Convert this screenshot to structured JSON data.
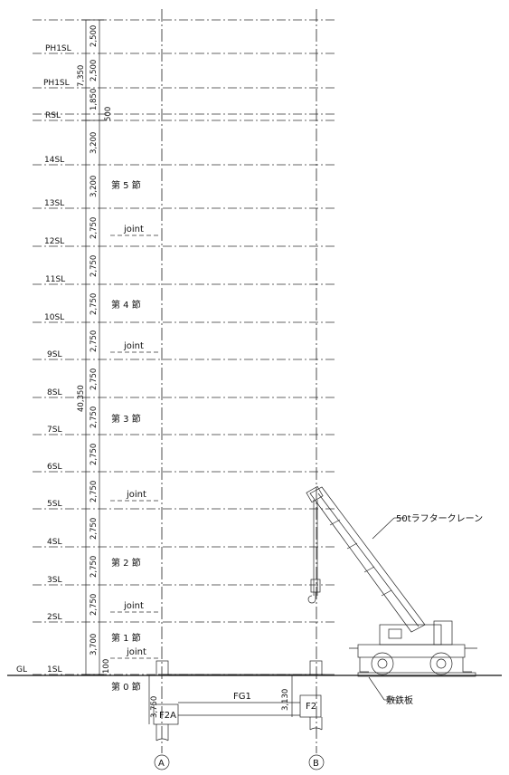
{
  "levels": {
    "PH1SL_top": "PH1SL",
    "PH1SL_bottom": "PH1SL",
    "RSL": "RSL",
    "14SL": "14SL",
    "13SL": "13SL",
    "12SL": "12SL",
    "11SL": "11SL",
    "10SL": "10SL",
    "9SL": "9SL",
    "8SL": "8SL",
    "7SL": "7SL",
    "6SL": "6SL",
    "5SL": "5SL",
    "4SL": "4SL",
    "3SL": "3SL",
    "2SL": "2SL",
    "1SL": "1SL",
    "GL": "GL"
  },
  "dimensions": {
    "d_2500_top": "2,500",
    "d_2500_2": "2,500",
    "d_1850": "1,850",
    "d_500": "500",
    "d_3200_a": "3,200",
    "d_3200_b": "3,200",
    "d_2750_13": "2,750",
    "d_2750_12": "2,750",
    "d_2750_11": "2,750",
    "d_2750_10": "2,750",
    "d_2750_9": "2,750",
    "d_2750_8": "2,750",
    "d_2750_7": "2,750",
    "d_2750_6": "2,750",
    "d_2750_5": "2,750",
    "d_2750_4": "2,750",
    "d_2750_3": "2,750",
    "d_3700": "3,700",
    "d_100": "100",
    "total_ph": "7,350",
    "total_main": "40,350",
    "d_3750": "3,750",
    "d_3130": "3,130"
  },
  "sections": {
    "s5": "第 5 節",
    "s4": "第 4 節",
    "s3": "第 3 節",
    "s2": "第 2 節",
    "s1": "第 1 節",
    "s0": "第 0 節"
  },
  "joint": "joint",
  "foundation": {
    "f2a": "F2A",
    "f2": "F2",
    "fg1": "FG1"
  },
  "axes": {
    "a": "A",
    "b": "B"
  },
  "crane_label": "50tラフタークレーン",
  "plate_label": "敷鉄板"
}
